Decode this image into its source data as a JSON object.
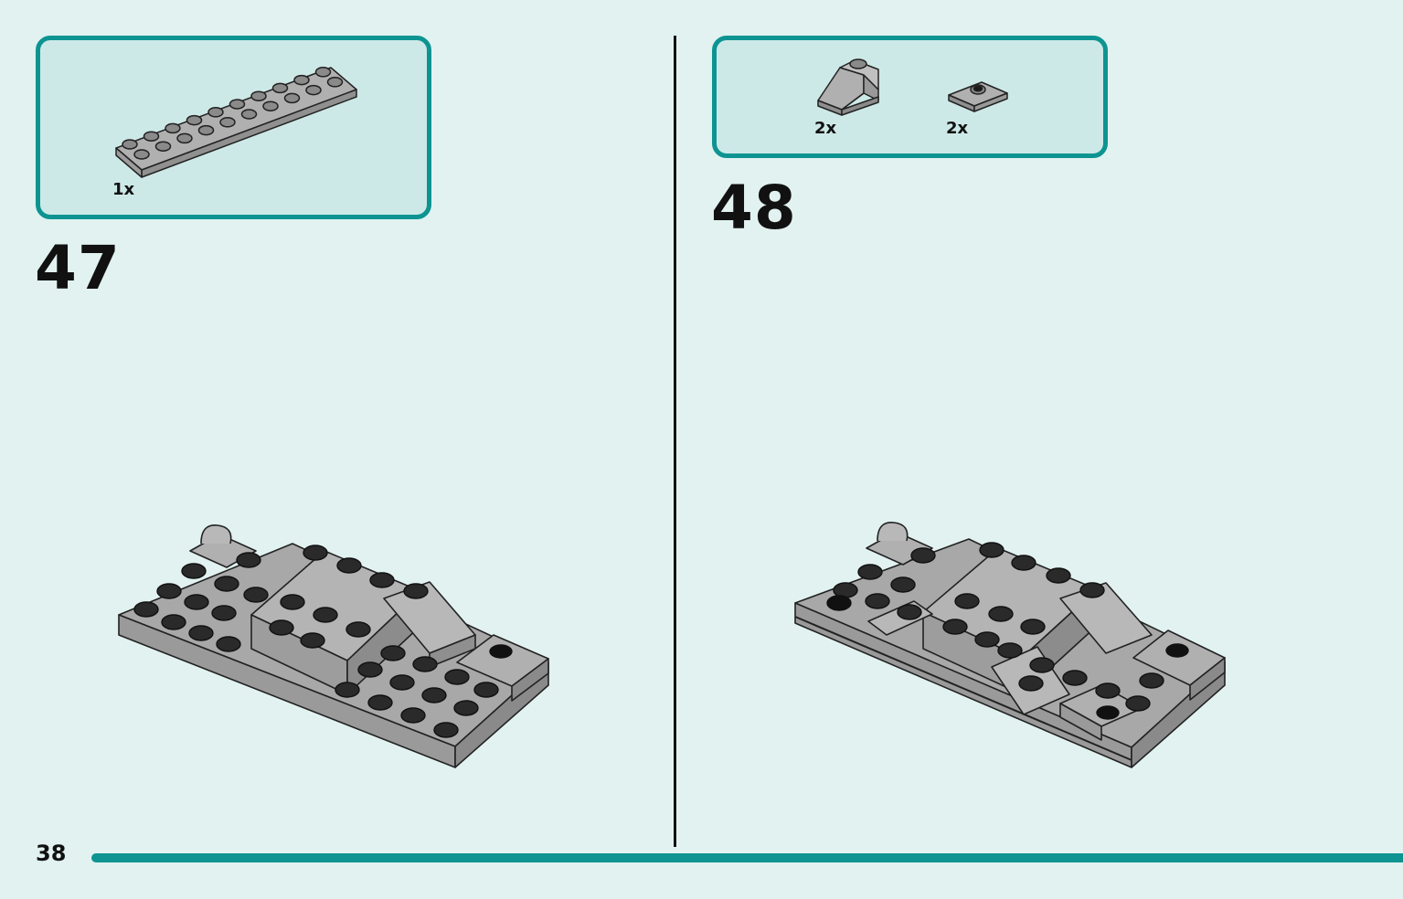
{
  "steps": [
    {
      "number": "47",
      "parts": [
        {
          "name": "plate-2x10-grey",
          "count": "1x"
        }
      ]
    },
    {
      "number": "48",
      "parts": [
        {
          "name": "slope-1x2-grey",
          "count": "2x"
        },
        {
          "name": "jumper-plate-1x2-grey",
          "count": "2x"
        }
      ]
    }
  ],
  "page_number": "38",
  "colors": {
    "accent": "#0d9492",
    "background": "#e1f2f0",
    "box_fill": "#cde9e7",
    "brick_top": "#a6a6a6",
    "brick_side": "#8f8f8f",
    "stud_dark": "#2a2a2a"
  }
}
